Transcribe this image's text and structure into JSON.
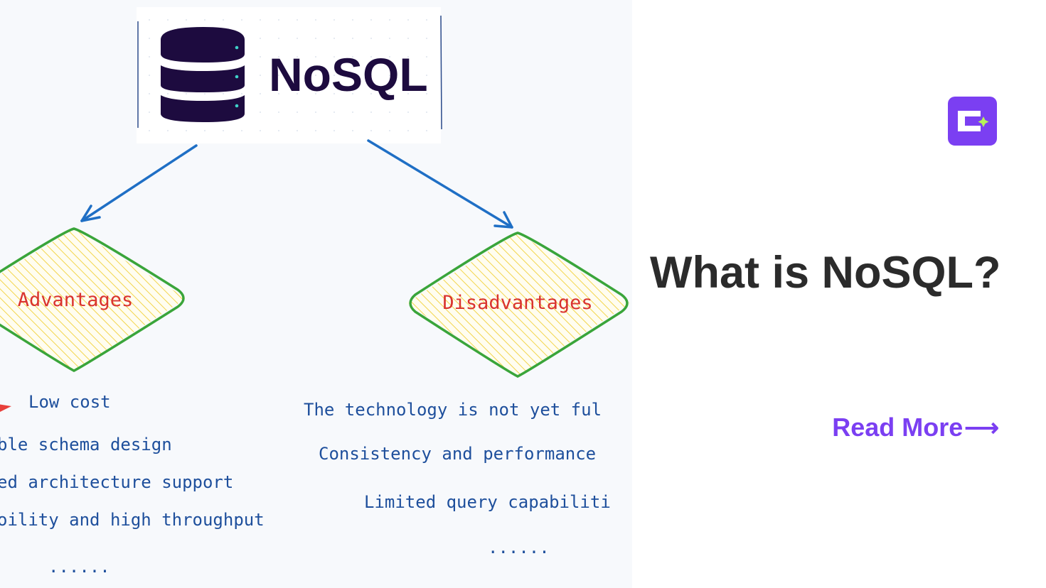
{
  "hero": {
    "logo_text": "NoSQL",
    "advantages": {
      "label": "Advantages",
      "items": [
        "Low cost",
        "ble schema design",
        "ed architecture support",
        "oility and high throughput",
        "......"
      ]
    },
    "disadvantages": {
      "label": "Disadvantages",
      "items": [
        "The technology is not yet ful",
        "Consistency and performance",
        "Limited query capabiliti",
        "......"
      ]
    }
  },
  "card": {
    "title": "What is NoSQL?",
    "read_more_label": "Read More",
    "read_more_arrow": "⟶"
  },
  "colors": {
    "accent": "#7b3ff2",
    "title": "#2b2b2b",
    "arrow_blue": "#1f6fc5",
    "diamond_green": "#3aa53a",
    "label_red": "#d9332f",
    "list_blue": "#1e4f9c",
    "hatch_yellow": "#f3d54c",
    "logo_navy": "#1d0b3f"
  },
  "icons": {
    "brand": "brand-logo-icon",
    "database": "database-icon"
  }
}
